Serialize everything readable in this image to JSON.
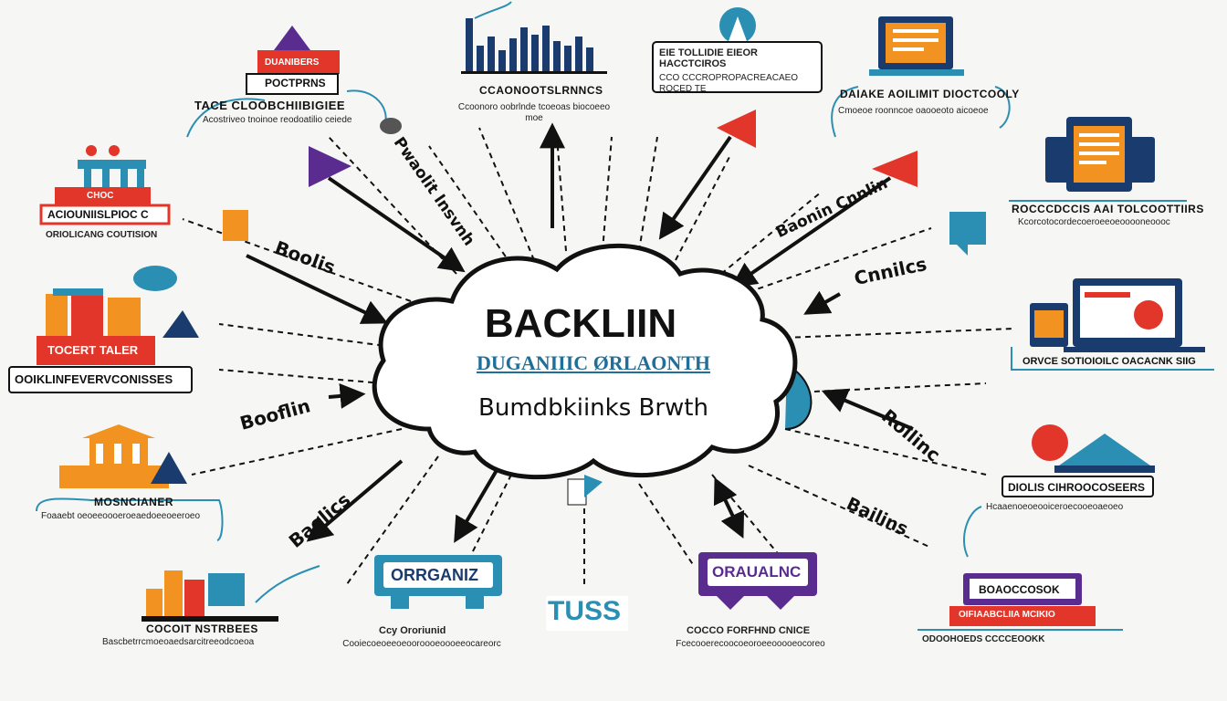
{
  "center": {
    "title": "BACKLIIN",
    "subtitle": "DUGANIIIC ØRLAONTH",
    "tagline": "Bumdbkiinks Brwth"
  },
  "handwritten": {
    "top_left": "Pwaolit lnsvnh",
    "left_upper": "Boolis",
    "left_lower": "Booflin",
    "bottom_left": "Baolics",
    "top_right": "Baonin Cnnlin",
    "right_upper": "Cnnilcs",
    "right_lower": "Rollinc",
    "bottom_right": "Bailins"
  },
  "nodes": {
    "top_left_banner": {
      "line1": "DUANIBERS",
      "line2": "POCTPRNS",
      "caption": "TACE CLOOBCHIIBIGIEE",
      "desc": "Acostriveo tnoinoe reodoatilio ceiede"
    },
    "top_chart": {
      "caption": "CCAONOOTSLRNNCS",
      "desc": "Ccoonoro oobrlnde tcoeoas biocoeeo moe"
    },
    "top_center_right": {
      "banner": "EIE TOLLIDIE EIEOR HACCTCIROS",
      "desc": "CCO CCCROPROPACREACAEO ROCED TE"
    },
    "top_right_laptop": {
      "heading": "DAIAKE AOILIMIT DIOCTCOOLY",
      "desc": "Cmoeoe roonncoe oaooeoto aicoeoe"
    },
    "left_factory": {
      "banner1": "CHOC",
      "banner2": "ACIOUNIISLPIOC C",
      "caption": "ORIOLICANG COUTISION"
    },
    "left_buildings": {
      "banner": "TOCERT TALER",
      "caption": "OOIKLINFEVERVCONISSES"
    },
    "left_temple": {
      "caption": "MOSNCIANER",
      "desc": "Foaaebt oeoeeoooeroeaedoeeoeeroeo"
    },
    "bottom_left_city": {
      "caption": "COCOIT NSTRBEES",
      "desc": "Bascbetrrcmoeoaedsarcitreeodcoeoa"
    },
    "right_tablet": {
      "heading": "ROCCCDCCIS AAI TOLCOOTTIIRS",
      "desc": "Kcorcotocordecoeroeeoeooooneoooc"
    },
    "right_laptop": {
      "caption": "ORVCE SOTIOIOILC OACACNK SIIG"
    },
    "right_mountain": {
      "caption": "DIOLIS CIHROOCOSEERS",
      "desc": "Hcaaenoeoeooiceroecooeoaeoeo"
    },
    "bottom_right_banner": {
      "line1": "BOAOCCOSOK",
      "line2": "OIFIAABCLIIA MCIKIO",
      "desc": "ODOOHOEDS CCCCEOOKK"
    },
    "organic_left": {
      "label": "ORRGANIZ",
      "caption": "Ccy Ororiunid",
      "desc": "Cooiecoeoeeoeooroooeoooeeocareorc"
    },
    "organic_right": {
      "label": "ORAUALNC",
      "caption": "COCCO FORFHND CNICE",
      "desc": "Fcecooerecoocoeoroeeooooeocoreo"
    },
    "tuss": {
      "label": "TUSS"
    }
  },
  "colors": {
    "orange": "#f29221",
    "red": "#e2362a",
    "purple": "#5b2c8f",
    "teal": "#2a8fb3",
    "navy": "#1a3b6e",
    "dark": "#111111",
    "blue": "#1f6f9a"
  }
}
